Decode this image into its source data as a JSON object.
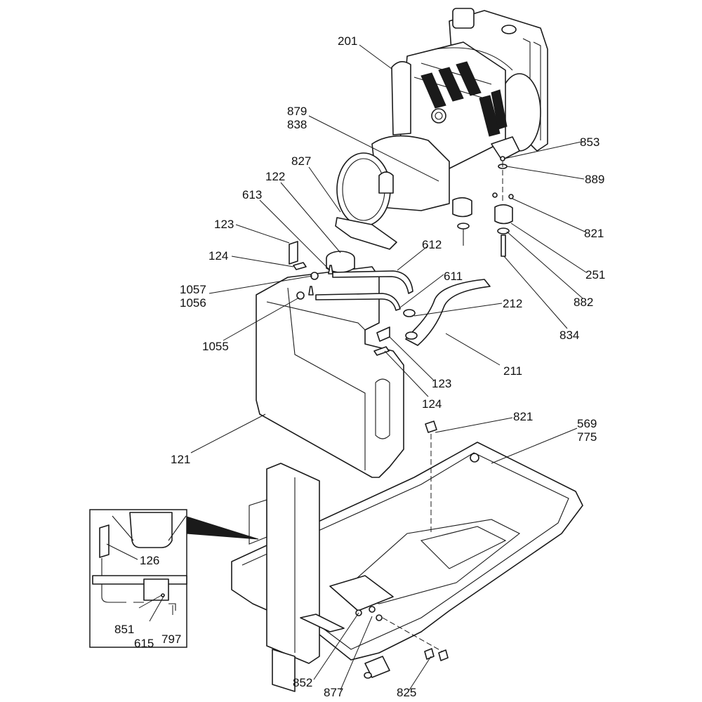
{
  "diagram": {
    "type": "exploded-parts-diagram",
    "subject": "engine, fuel tank and base frame assembly",
    "colors": {
      "line": "#1a1a1a",
      "background": "#ffffff"
    }
  },
  "callouts": [
    {
      "id": "c201",
      "text": "201"
    },
    {
      "id": "c879",
      "text": "879\n838"
    },
    {
      "id": "c853",
      "text": "853"
    },
    {
      "id": "c889",
      "text": "889"
    },
    {
      "id": "c827",
      "text": "827"
    },
    {
      "id": "c122",
      "text": "122"
    },
    {
      "id": "c613",
      "text": "613"
    },
    {
      "id": "c123a",
      "text": "123"
    },
    {
      "id": "c612",
      "text": "612"
    },
    {
      "id": "c821a",
      "text": "821"
    },
    {
      "id": "c124a",
      "text": "124"
    },
    {
      "id": "c251",
      "text": "251"
    },
    {
      "id": "c611",
      "text": "611"
    },
    {
      "id": "c1057",
      "text": "1057\n1056"
    },
    {
      "id": "c882",
      "text": "882"
    },
    {
      "id": "c212",
      "text": "212"
    },
    {
      "id": "c834",
      "text": "834"
    },
    {
      "id": "c1055",
      "text": "1055"
    },
    {
      "id": "c211",
      "text": "211"
    },
    {
      "id": "c123b",
      "text": "123"
    },
    {
      "id": "c124b",
      "text": "124"
    },
    {
      "id": "c821b",
      "text": "821"
    },
    {
      "id": "c569",
      "text": "569\n775"
    },
    {
      "id": "c121",
      "text": "121"
    },
    {
      "id": "c126",
      "text": "126"
    },
    {
      "id": "c851",
      "text": "851"
    },
    {
      "id": "c615",
      "text": "615"
    },
    {
      "id": "c797",
      "text": "797"
    },
    {
      "id": "c852",
      "text": "852"
    },
    {
      "id": "c877",
      "text": "877"
    },
    {
      "id": "c825",
      "text": "825"
    }
  ],
  "inset": {
    "name": "detail-view",
    "callouts": [
      "126",
      "851",
      "615",
      "797"
    ]
  }
}
